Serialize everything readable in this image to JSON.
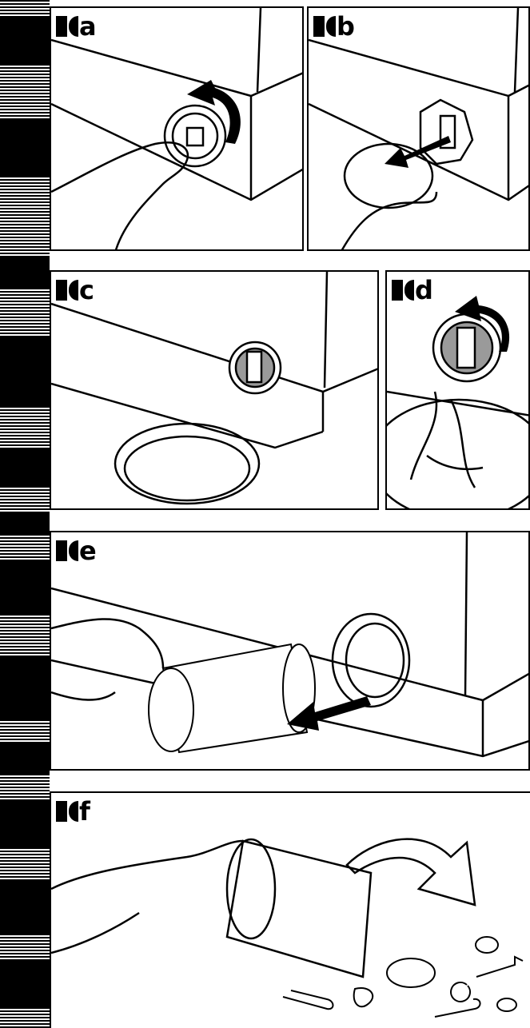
{
  "panels": [
    {
      "id": "a",
      "label": "a"
    },
    {
      "id": "b",
      "label": "b"
    },
    {
      "id": "c",
      "label": "c"
    },
    {
      "id": "d",
      "label": "d"
    },
    {
      "id": "e",
      "label": "e"
    },
    {
      "id": "f",
      "label": "f"
    }
  ],
  "colors": {
    "ink": "#000000",
    "paper": "#ffffff",
    "cap_fill": "#9a9a9a"
  },
  "icons": [
    "rotate-ccw-arrow-icon",
    "pull-out-arrow-icon",
    "curved-arrow-icon",
    "key-icon",
    "paperclip-icon",
    "button-icon",
    "coin-icon"
  ]
}
